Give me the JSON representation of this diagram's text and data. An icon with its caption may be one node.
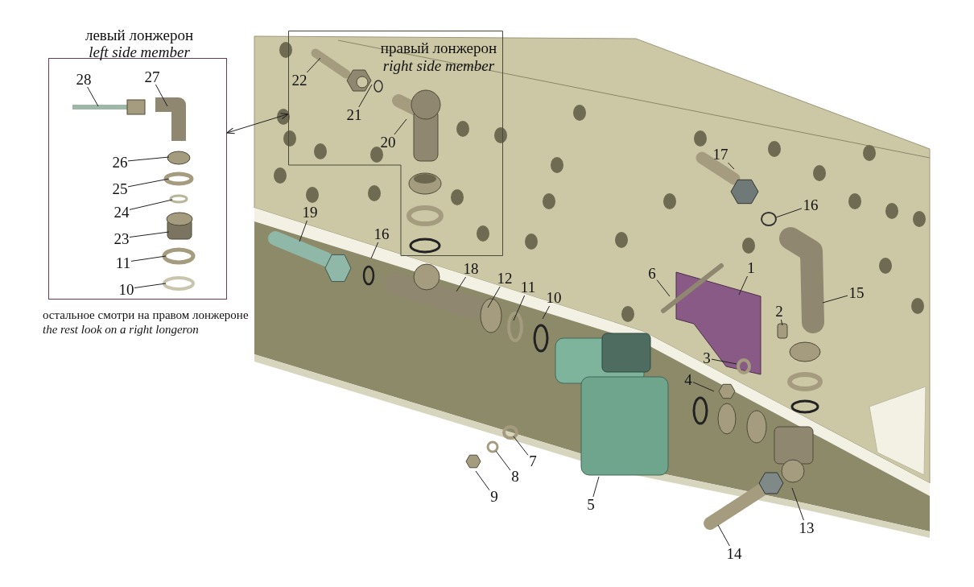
{
  "diagram": {
    "nodes": [
      {
        "text": [
          "левый лонжерон",
          "left side member"
        ],
        "beside": [
          "остальное смотри на правом лонжероне",
          "the rest look on a right longeron"
        ]
      },
      {
        "text": [
          "правый лонжерон",
          "right side member"
        ]
      },
      {
        "text": [
          "28"
        ],
        "in": 0
      },
      {
        "text": [
          "27"
        ],
        "in": 0
      },
      {
        "text": [
          "26"
        ],
        "in": 0
      },
      {
        "text": [
          "25"
        ],
        "in": 0
      },
      {
        "text": [
          "24"
        ],
        "in": 0
      },
      {
        "text": [
          "23"
        ],
        "in": 0
      },
      {
        "text": [
          "11"
        ],
        "in": 0
      },
      {
        "text": [
          "10"
        ],
        "in": 0
      },
      {
        "text": [
          "22"
        ],
        "in": 1
      },
      {
        "text": [
          "21"
        ],
        "in": 1
      },
      {
        "text": [
          "20"
        ],
        "in": 1
      },
      {
        "text": [
          "17"
        ]
      },
      {
        "text": [
          "16"
        ]
      },
      {
        "text": [
          "19"
        ]
      },
      {
        "text": [
          "16"
        ]
      },
      {
        "text": [
          "18"
        ]
      },
      {
        "text": [
          "12"
        ]
      },
      {
        "text": [
          "11"
        ]
      },
      {
        "text": [
          "10"
        ]
      },
      {
        "text": [
          "6"
        ]
      },
      {
        "text": [
          "1"
        ]
      },
      {
        "text": [
          "15"
        ]
      },
      {
        "text": [
          "2"
        ]
      },
      {
        "text": [
          "3"
        ]
      },
      {
        "text": [
          "4"
        ]
      },
      {
        "text": [
          "7"
        ]
      },
      {
        "text": [
          "8"
        ]
      },
      {
        "text": [
          "9"
        ]
      },
      {
        "text": [
          "5"
        ]
      },
      {
        "text": [
          "13"
        ]
      },
      {
        "text": [
          "14"
        ]
      }
    ],
    "edges": [
      {
        "from": 0,
        "to": 1,
        "arrow": "both"
      },
      {
        "from": 2,
        "to": null,
        "arrow": "none"
      },
      {
        "from": 3,
        "to": null,
        "arrow": "none"
      },
      {
        "from": 4,
        "to": null,
        "arrow": "none"
      },
      {
        "from": 5,
        "to": null,
        "arrow": "none"
      },
      {
        "from": 6,
        "to": null,
        "arrow": "none"
      },
      {
        "from": 7,
        "to": null,
        "arrow": "none"
      },
      {
        "from": 8,
        "to": null,
        "arrow": "none"
      },
      {
        "from": 9,
        "to": null,
        "arrow": "none"
      },
      {
        "from": 10,
        "to": null,
        "arrow": "none"
      },
      {
        "from": 11,
        "to": null,
        "arrow": "none"
      },
      {
        "from": 12,
        "to": null,
        "arrow": "none"
      },
      {
        "from": 13,
        "to": null,
        "arrow": "none"
      },
      {
        "from": 14,
        "to": null,
        "arrow": "none"
      },
      {
        "from": 15,
        "to": null,
        "arrow": "none"
      },
      {
        "from": 16,
        "to": null,
        "arrow": "none"
      },
      {
        "from": 17,
        "to": null,
        "arrow": "none"
      },
      {
        "from": 18,
        "to": null,
        "arrow": "none"
      },
      {
        "from": 19,
        "to": null,
        "arrow": "none"
      },
      {
        "from": 20,
        "to": null,
        "arrow": "none"
      },
      {
        "from": 21,
        "to": null,
        "arrow": "none"
      },
      {
        "from": 22,
        "to": null,
        "arrow": "none"
      },
      {
        "from": 23,
        "to": null,
        "arrow": "none"
      },
      {
        "from": 24,
        "to": null,
        "arrow": "none"
      },
      {
        "from": 25,
        "to": null,
        "arrow": "none"
      },
      {
        "from": 26,
        "to": null,
        "arrow": "none"
      },
      {
        "from": 27,
        "to": null,
        "arrow": "none"
      },
      {
        "from": 28,
        "to": null,
        "arrow": "none"
      },
      {
        "from": 29,
        "to": null,
        "arrow": "none"
      },
      {
        "from": 30,
        "to": null,
        "arrow": "none"
      },
      {
        "from": 31,
        "to": null,
        "arrow": "none"
      },
      {
        "from": 32,
        "to": null,
        "arrow": "none"
      }
    ]
  }
}
